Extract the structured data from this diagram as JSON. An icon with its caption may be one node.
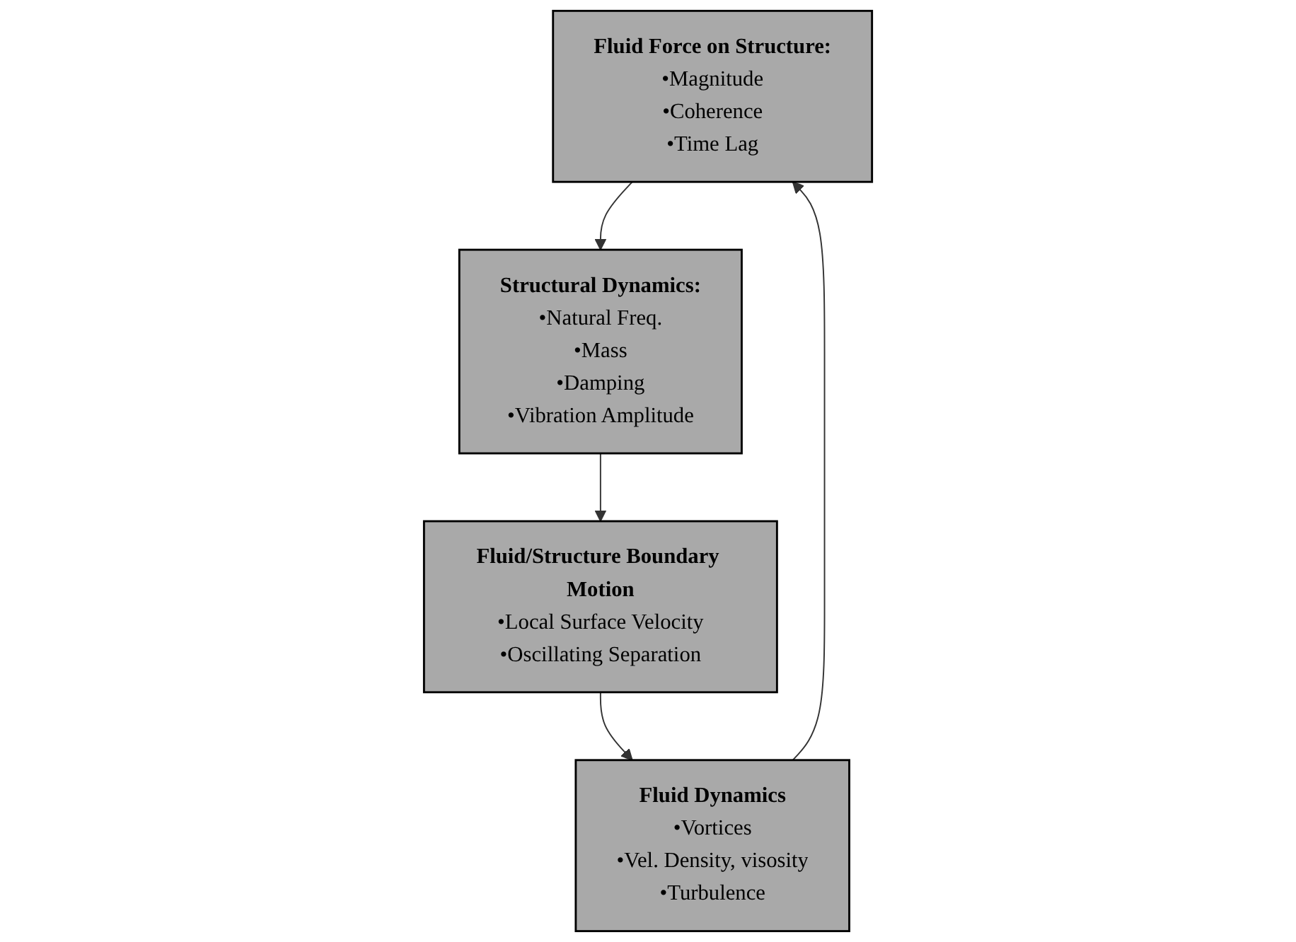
{
  "diagram": {
    "nodes": [
      {
        "text": [
          "Fluid Force on Structure:",
          "•Magnitude",
          "•Coherence",
          "•Time Lag"
        ]
      },
      {
        "text": [
          "Fluid Dynamics",
          "•Vortices",
          "•Vel. Density, visosity",
          "•Turbulence"
        ]
      },
      {
        "text": [
          "Structural Dynamics:",
          "•Natural Freq.",
          "•Mass",
          "•Damping",
          "•Vibration Amplitude"
        ]
      },
      {
        "text": [
          "Fluid/Structure Boundary Motion",
          "•Local Surface Velocity",
          "•Oscillating Separation"
        ]
      }
    ],
    "edges": [
      {
        "from": 1,
        "to": 0,
        "arrow": "to"
      },
      {
        "from": 0,
        "to": 2,
        "arrow": "to"
      },
      {
        "from": 2,
        "to": 3,
        "arrow": "to"
      },
      {
        "from": 3,
        "to": 1,
        "arrow": "to"
      }
    ]
  }
}
